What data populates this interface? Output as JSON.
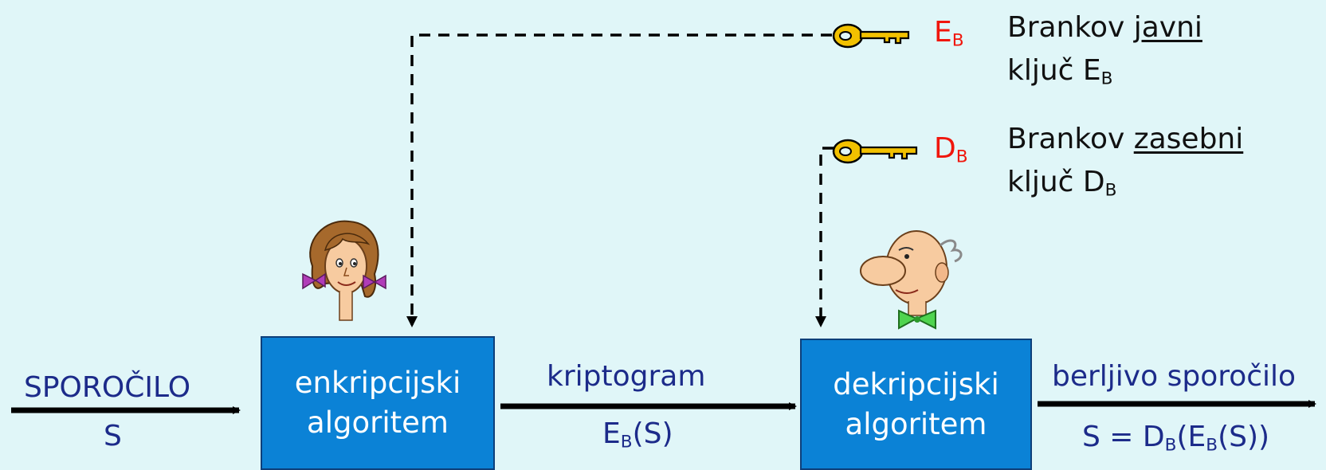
{
  "input": {
    "label": "SPOROČILO",
    "symbol": "S"
  },
  "encrypt_box": {
    "line1": "enkripcijski",
    "line2": "algoritem"
  },
  "decrypt_box": {
    "line1": "dekripcijski",
    "line2": "algoritem"
  },
  "ciphertext": {
    "label": "kriptogram",
    "fn": "E",
    "fn_sub": "B",
    "arg": "(S)"
  },
  "output": {
    "label": "berljivo sporočilo",
    "prefix": "S = D",
    "prefix_sub": "B",
    "mid": "(E",
    "mid_sub": "B",
    "suffix": "(S))"
  },
  "public_key": {
    "tag": "E",
    "tag_sub": "B",
    "desc_line1_a": "Brankov ",
    "desc_line1_b": "javni",
    "desc_line2": "ključ E",
    "desc_line2_sub": "B"
  },
  "private_key": {
    "tag": "D",
    "tag_sub": "B",
    "desc_line1_a": "Brankov ",
    "desc_line1_b": "zasebni",
    "desc_line2": "ključ D",
    "desc_line2_sub": "B"
  },
  "icons": [
    "key-icon",
    "girl-icon",
    "man-icon"
  ],
  "colors": {
    "background": "#e0f6f8",
    "box": "#0b82d6",
    "label": "#1c2b8a",
    "key_tag": "#f0160c",
    "key": "#f2c100"
  }
}
